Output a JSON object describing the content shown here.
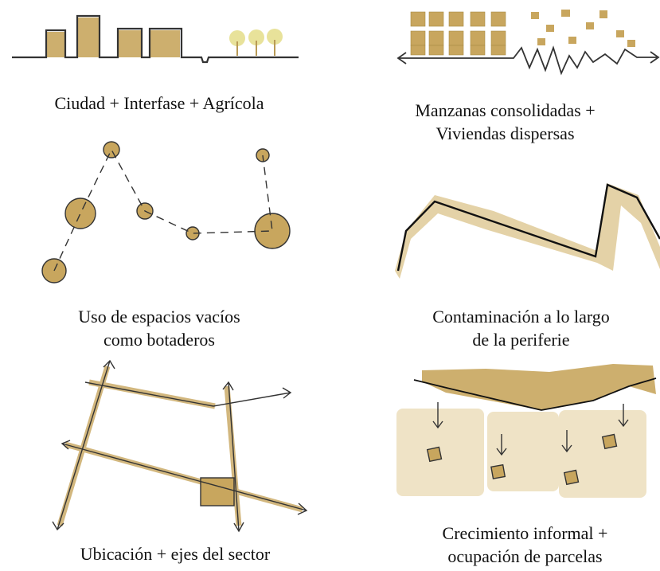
{
  "colors": {
    "ochre": "#c8a65e",
    "ochre_light": "#e6d3a6",
    "ochre_pale": "#efe3c6",
    "tree_green": "#e8e29a",
    "ink": "#1e1e1e"
  },
  "panels": [
    {
      "id": "ciudad",
      "caption_lines": [
        "Ciudad + Interfase + Agrícola"
      ]
    },
    {
      "id": "manzanas",
      "caption_lines": [
        "Manzanas consolidadas +",
        "Viviendas dispersas"
      ]
    },
    {
      "id": "espacios",
      "caption_lines": [
        "Uso de espacios vacíos",
        "como botaderos"
      ]
    },
    {
      "id": "contaminacion",
      "caption_lines": [
        "Contaminación a lo largo",
        "de la periferie"
      ]
    },
    {
      "id": "ubicacion",
      "caption_lines": [
        "Ubicación + ejes del sector"
      ]
    },
    {
      "id": "crecimiento",
      "caption_lines": [
        "Crecimiento informal +",
        "ocupación de parcelas"
      ]
    }
  ]
}
